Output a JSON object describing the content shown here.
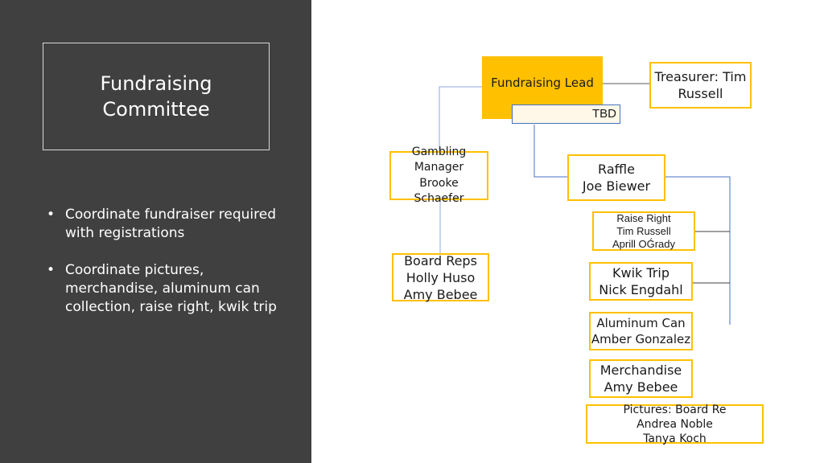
{
  "title": {
    "line1": "Fundraising",
    "line2": "Committee"
  },
  "bullets": [
    {
      "dot": "•",
      "text": "Coordinate fundraiser required with registrations"
    },
    {
      "dot": "•",
      "text": "Coordinate pictures, merchandise, aluminum can collection, raise right, kwik trip"
    }
  ],
  "org": {
    "lead": "Fundraising Lead",
    "tbd": "TBD",
    "treasurer": [
      "Treasurer: Tim",
      "Russell"
    ],
    "gambling": [
      "Gambling",
      "Manager",
      "Brooke",
      "Schaefer"
    ],
    "board_reps": [
      "Board Reps",
      "Holly Huso",
      "Amy Bebee"
    ],
    "raffle": [
      "Raffle",
      "Joe Biewer"
    ],
    "raise_right": [
      "Raise Right",
      "Tim Russell",
      "Aprill OǴrady"
    ],
    "kwik_trip": [
      "Kwik Trip",
      "Nick Engdahl"
    ],
    "aluminum_can": [
      "Aluminum Can",
      "Amber Gonzalez"
    ],
    "merchandise": [
      "Merchandise",
      "Amy Bebee"
    ],
    "pictures": [
      "Pictures: Board Re",
      "Andrea Noble",
      "Tanya Koch"
    ]
  },
  "colors": {
    "panel": "#404040",
    "accent": "#ffc000",
    "connector": "#4472c4"
  }
}
